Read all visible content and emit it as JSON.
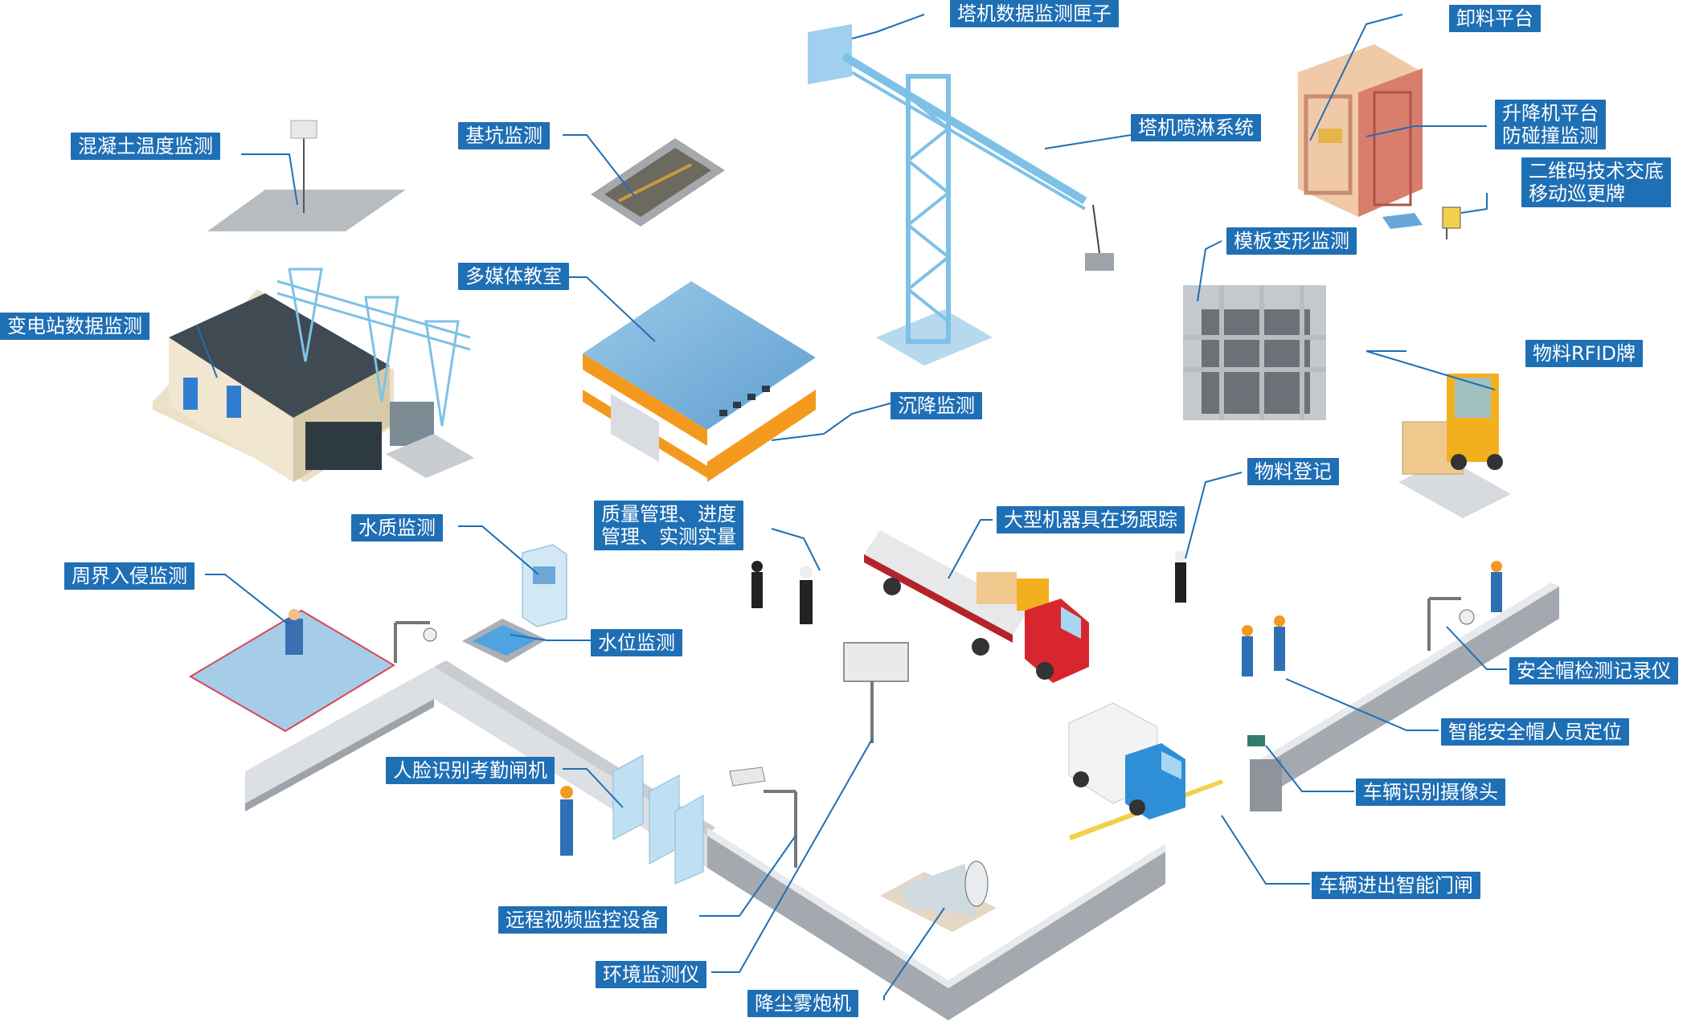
{
  "labels": {
    "concrete_temp": "混凝土温度监测",
    "foundation_pit": "基坑监测",
    "tower_box": "塔机数据监测匣子",
    "tower_spray": "塔机喷淋系统",
    "unload_platform": "卸料平台",
    "lift_line1": "升降机平台",
    "lift_line2": "防碰撞监测",
    "qr_line1": "二维码技术交底",
    "qr_line2": "移动巡更牌",
    "formwork": "模板变形监测",
    "substation": "变电站数据监测",
    "classroom": "多媒体教室",
    "rfid": "物料RFID牌",
    "settlement": "沉降监测",
    "material_reg": "物料登记",
    "quality_line1": "质量管理、进度",
    "quality_line2": "管理、实测实量",
    "machine_track": "大型机器具在场跟踪",
    "water_quality": "水质监测",
    "perimeter": "周界入侵监测",
    "water_level": "水位监测",
    "helmet_check": "安全帽检测记录仪",
    "helmet_locate": "智能安全帽人员定位",
    "face_gate": "人脸识别考勤闸机",
    "vehicle_cam": "车辆识别摄像头",
    "vehicle_gate": "车辆进出智能门闸",
    "video": "远程视频监控设备",
    "env_monitor": "环境监测仪",
    "fog_cannon": "降尘雾炮机"
  },
  "colors": {
    "label_bg": "#1f6fb5",
    "leader": "#1f6fb5",
    "wall_top": "#dcdfe3",
    "wall_side": "#9ea3a9",
    "crane": "#a8d8f0",
    "orange": "#f39a1e"
  }
}
